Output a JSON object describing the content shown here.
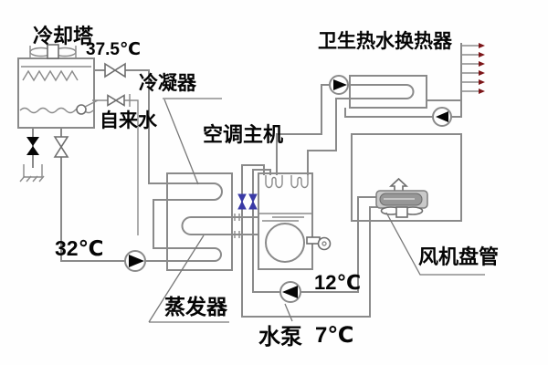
{
  "labels": {
    "cooling_tower": "冷却塔",
    "temp_condenser": "37.5℃",
    "condenser": "冷凝器",
    "tap_water": "自来水",
    "ac_main_unit": "空调主机",
    "hot_water_hx": "卫生热水换热器",
    "temp_cooling_supply": "32℃",
    "evaporator": "蒸发器",
    "temp_chilled_return": "12℃",
    "water_pump": "水泵",
    "temp_chilled_supply": "7℃",
    "fan_coil": "风机盘管"
  },
  "temperatures": {
    "condenser_return_c": 37.5,
    "cooling_water_supply_c": 32,
    "chilled_return_c": 12,
    "chilled_supply_c": 7
  },
  "icons": {
    "fan": "fan-blades-icon",
    "pump": "pump-circle-triangle-icon",
    "valve": "bowtie-valve-icon",
    "drain": "floor-drain-icon",
    "tap_outlets": "hot-water-tap-arrows",
    "airflow": "up-arrow-icon"
  },
  "counts": {
    "tap_outlets": 6,
    "pumps": 4
  },
  "colors": {
    "bg": "#fefefe",
    "pipe": "#8a8a8a",
    "text": "#050505",
    "valve_blue": "#3a3aa6",
    "arrow_red": "#7c1518"
  }
}
